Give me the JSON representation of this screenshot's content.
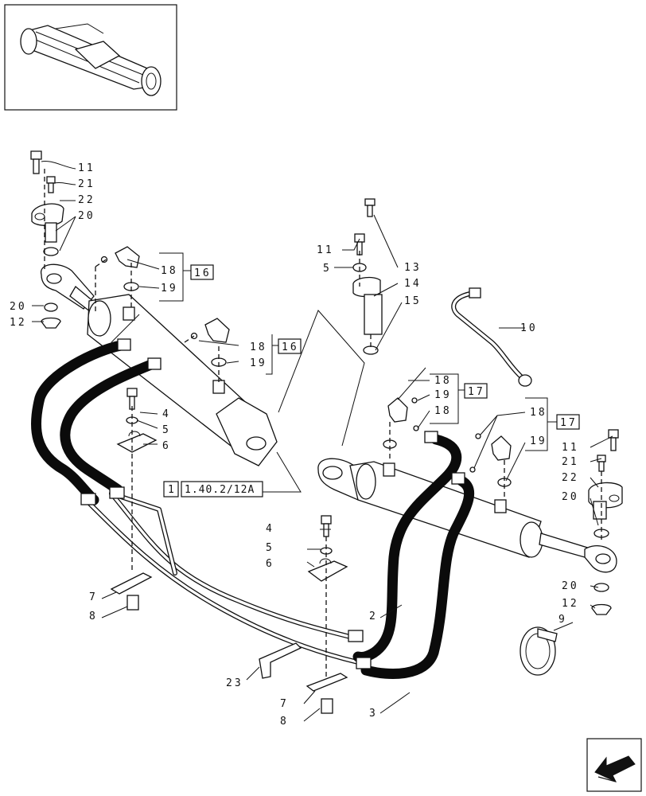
{
  "labels": {
    "p11a": "11",
    "p21a": "21",
    "p22a": "22",
    "p20a": "20",
    "p18a": "18",
    "p19a": "19",
    "p16a": "16",
    "p20b": "20",
    "p12a": "12",
    "p11b": "11",
    "p5a": "5",
    "p13": "13",
    "p14": "14",
    "p15": "15",
    "p10": "10",
    "p18b": "18",
    "p19b": "19",
    "p16b": "16",
    "p4a": "4",
    "p5b": "5",
    "p6a": "6",
    "p18c": "18",
    "p19c": "19",
    "p18d": "18",
    "p17a": "17",
    "p18e": "18",
    "p17b": "17",
    "p19d": "19",
    "p11c": "11",
    "p21b": "21",
    "p22b": "22",
    "p20c": "20",
    "ref_index": "1",
    "ref_code": "1.40.2/12A",
    "p4b": "4",
    "p5c": "5",
    "p6b": "6",
    "p7a": "7",
    "p8a": "8",
    "p2": "2",
    "p20d": "20",
    "p12b": "12",
    "p9": "9",
    "p23": "23",
    "p7b": "7",
    "p8b": "8",
    "p3": "3"
  },
  "icons": {
    "thumbnail": "axle-assembly-thumbnail",
    "nav": "previous-page-arrow-icon"
  }
}
